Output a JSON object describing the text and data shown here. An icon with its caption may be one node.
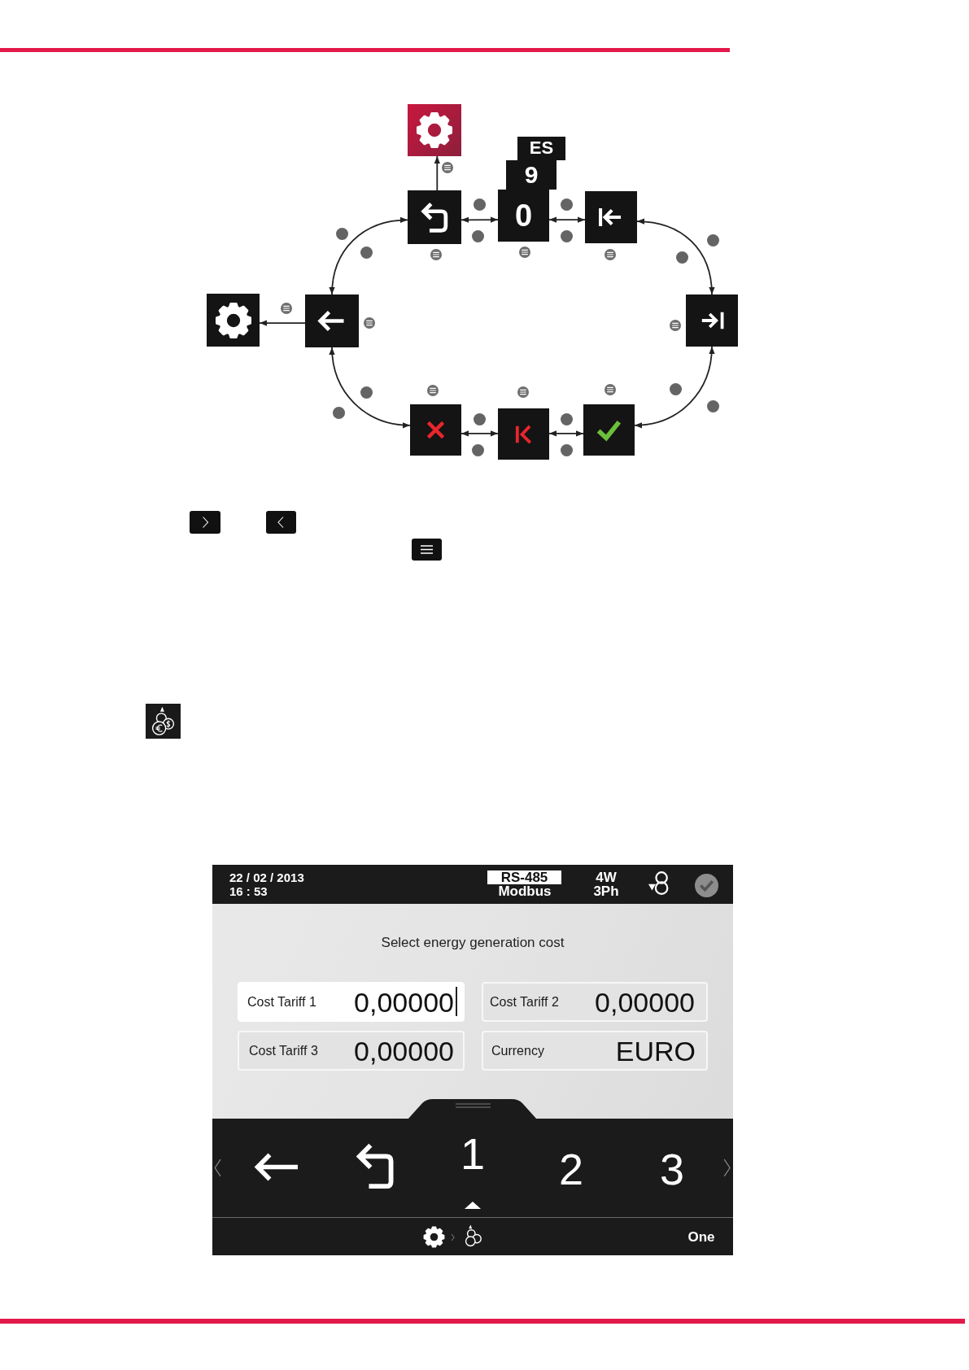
{
  "diagram": {
    "nodes": [
      {
        "text": [],
        "shape": "box"
      },
      {
        "text": [
          "ES"
        ]
      },
      {
        "text": [
          "9"
        ]
      },
      {
        "text": [],
        "shape": "box"
      },
      {
        "text": [
          "0"
        ]
      },
      {
        "text": [],
        "shape": "box"
      },
      {
        "text": [],
        "shape": "box"
      },
      {
        "text": [],
        "shape": "box"
      },
      {
        "text": [],
        "shape": "box"
      },
      {
        "text": [],
        "shape": "box"
      },
      {
        "text": [],
        "shape": "box"
      },
      {
        "text": [],
        "shape": "box"
      },
      {
        "text": [
          "Select energy generation cost"
        ]
      },
      {
        "text": [
          "22 / 02 / 2013",
          "16 : 53",
          "RS-485",
          "Modbus",
          "4W",
          "3Ph"
        ],
        "in": 12
      },
      {
        "text": [
          "Cost Tariff 1",
          "0,00000"
        ],
        "in": 12
      },
      {
        "text": [
          "Cost Tariff 2",
          "0,00000"
        ],
        "in": 12
      },
      {
        "text": [
          "Cost Tariff 3",
          "0,00000"
        ],
        "in": 12
      },
      {
        "text": [
          "Currency",
          "EURO"
        ],
        "in": 12
      },
      {
        "text": [
          "1",
          "2",
          "3"
        ],
        "in": 12
      },
      {
        "text": [
          "One"
        ],
        "in": 12
      }
    ],
    "edges": [
      {
        "from": 3,
        "to": 0,
        "arrow": "to"
      },
      {
        "from": 3,
        "to": 4,
        "arrow": "both"
      },
      {
        "from": 4,
        "to": 5,
        "arrow": "both"
      },
      {
        "from": 5,
        "to": 8,
        "arrow": "both"
      },
      {
        "from": 8,
        "to": 11,
        "arrow": "both"
      },
      {
        "from": 11,
        "to": 10,
        "arrow": "both"
      },
      {
        "from": 10,
        "to": 9,
        "arrow": "both"
      },
      {
        "from": 9,
        "to": 7,
        "arrow": "both"
      },
      {
        "from": 7,
        "to": 3,
        "arrow": "both"
      },
      {
        "from": 7,
        "to": 6,
        "arrow": "to"
      }
    ]
  }
}
